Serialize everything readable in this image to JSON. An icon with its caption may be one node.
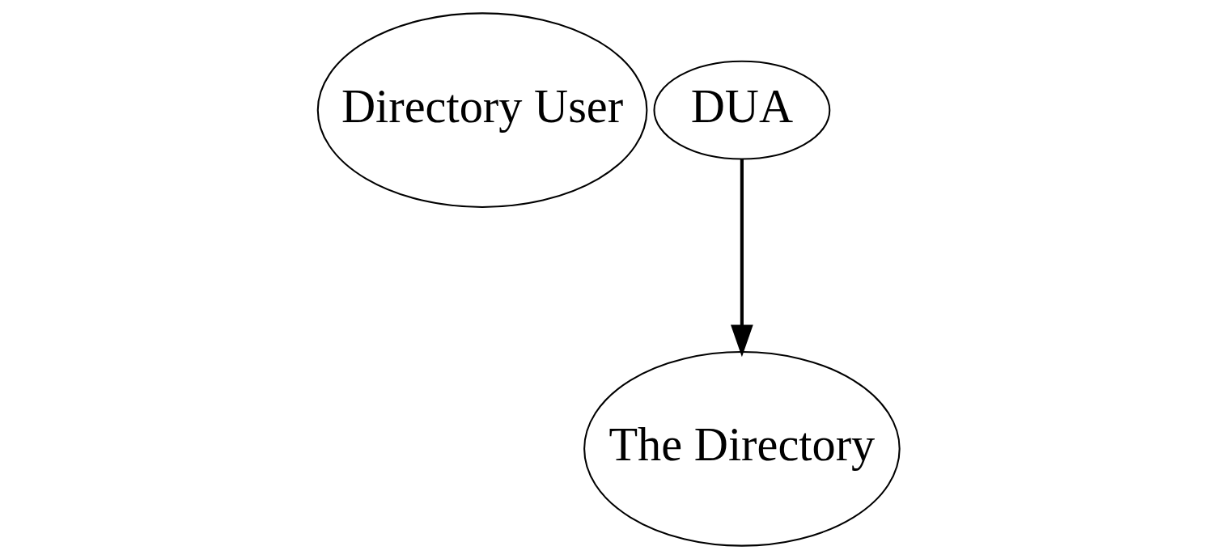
{
  "diagram": {
    "nodes": [
      {
        "text": [
          "Directory User"
        ]
      },
      {
        "text": [
          "DUA"
        ]
      },
      {
        "text": [
          "The Directory"
        ]
      }
    ],
    "edges": [
      {
        "from": 1,
        "to": 2,
        "arrow": "to"
      }
    ]
  }
}
